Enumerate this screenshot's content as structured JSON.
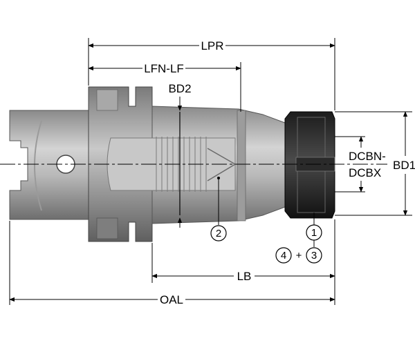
{
  "labels": {
    "lpr": "LPR",
    "lfn_lf": "LFN-LF",
    "bd2": "BD2",
    "dcbn": "DCBN-",
    "dcbx": "DCBX",
    "bd1": "BD1",
    "lb": "LB",
    "oal": "OAL"
  },
  "callouts": {
    "c1": "1",
    "c2": "2",
    "c3": "3",
    "c4": "4",
    "plus": "+"
  }
}
